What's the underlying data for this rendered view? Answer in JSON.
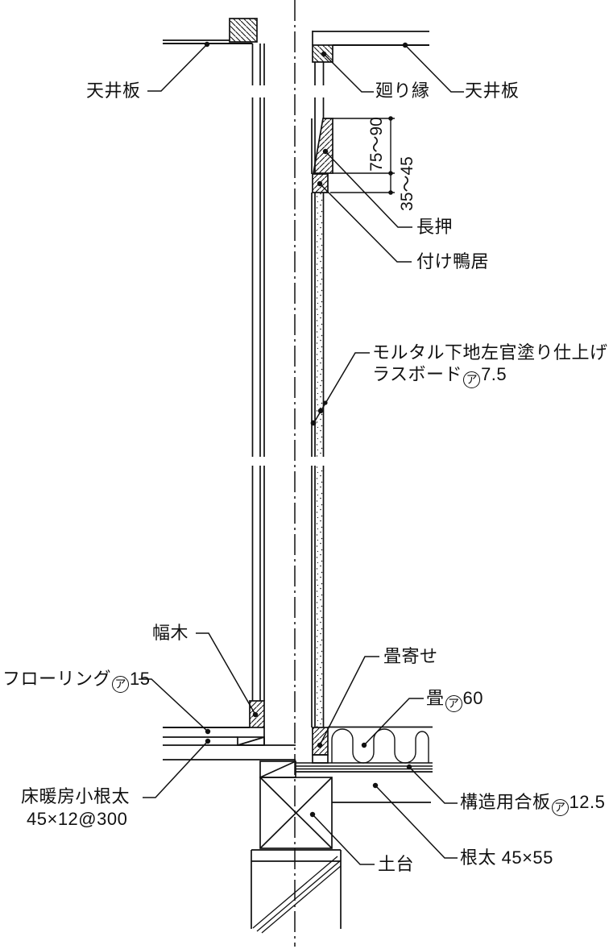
{
  "labels": {
    "ceiling_left": "天井板",
    "crown_molding": "廻り縁",
    "ceiling_right": "天井板",
    "nageshi": "長押",
    "tsuke_kamoi": "付け鴨居",
    "mortar_line1": "モルタル下地左官塗り仕上げ",
    "lath_pre": "ラスボード",
    "lath_circ": "ア",
    "lath_val": "7.5",
    "habaki": "幅木",
    "flooring_pre": "フローリング",
    "flooring_circ": "ア",
    "flooring_val": "15",
    "floor_heating_line1": "床暖房小根太",
    "floor_heating_line2": "45×12@300",
    "tatami_yose": "畳寄せ",
    "tatami_pre": "畳",
    "tatami_circ": "ア",
    "tatami_val": "60",
    "plywood_pre": "構造用合板",
    "plywood_circ": "ア",
    "plywood_val": "12.5",
    "neda": "根太 45×55",
    "dodai": "土台"
  },
  "dimensions": {
    "nageshi_height": "75〜90",
    "tsuke_kamoi_height": "35〜45"
  },
  "colors": {
    "line": "#111111",
    "background": "#ffffff"
  }
}
